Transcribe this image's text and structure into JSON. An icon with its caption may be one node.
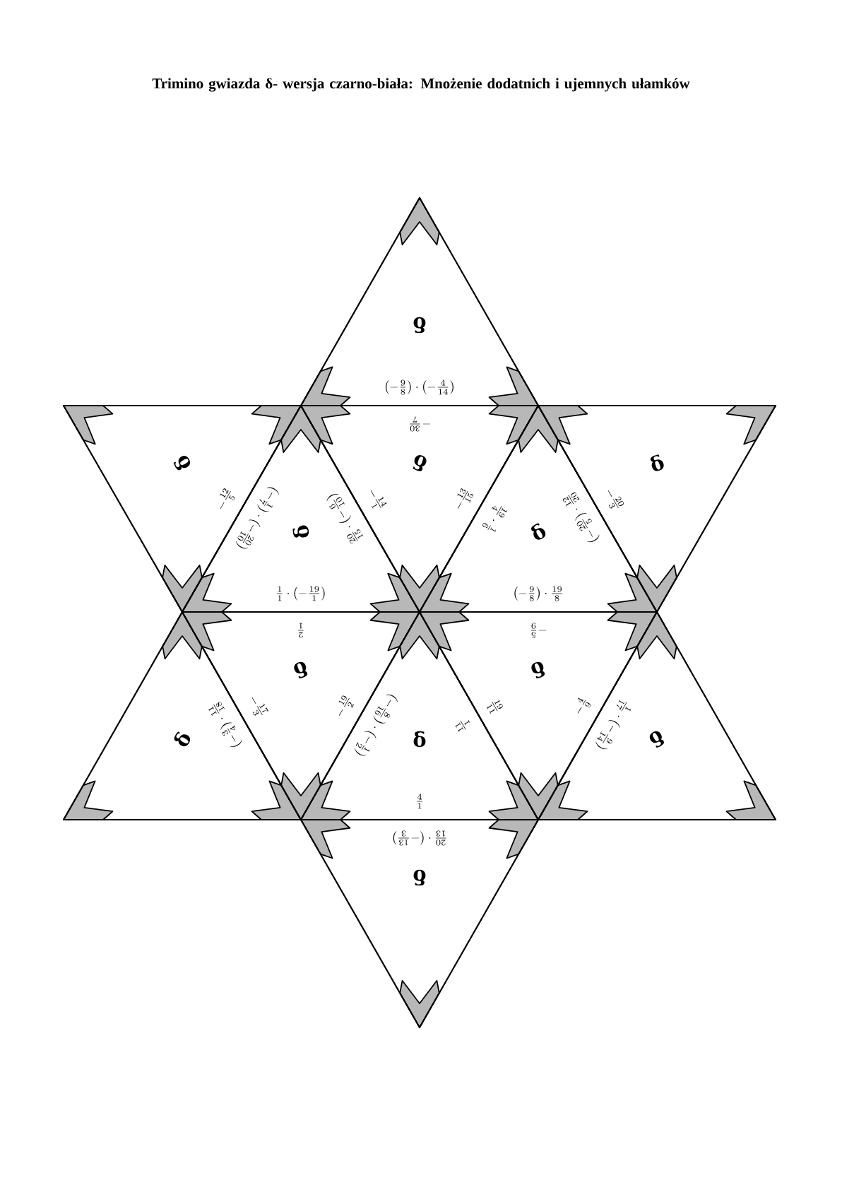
{
  "diagram": {
    "title": "Trimino gwiazda δ- wersja czarno-biała: Mnożenie dodatnich i ujemnych ułamków",
    "nodes": [
      {
        "text": [
          "δ",
          "\\left(-\\frac{9}{8}\\right)\\cdot\\left(-\\frac{4}{14}\\right)"
        ]
      },
      {
        "text": [
          "δ",
          "-\\frac{12}{5}"
        ]
      },
      {
        "text": [
          "δ",
          "\\left(-\\frac{1}{7}\\right)\\cdot\\left(-\\frac{20}{10}\\right)",
          "\\frac{20}{15}\\cdot\\left(-\\frac{6}{10}\\right)",
          "\\frac{1}{1}\\cdot\\left(-\\frac{19}{1}\\right)"
        ]
      },
      {
        "text": [
          "δ",
          "-\\frac{30}{7}",
          "-\\frac{14}{1}",
          "-\\frac{13}{15}"
        ]
      },
      {
        "text": [
          "δ",
          "\\frac{19}{4}\\cdot\\frac{1}{6}",
          "\\left(-\\frac{20}{5}\\right)\\cdot\\frac{12}{20}",
          "\\left(-\\frac{9}{8}\\right)\\cdot\\frac{19}{8}"
        ]
      },
      {
        "text": [
          "δ",
          "-\\frac{20}{3}"
        ]
      },
      {
        "text": [
          "δ",
          "\\left(-\\frac{3}{4}\\right)\\cdot\\frac{11}{18}"
        ]
      },
      {
        "text": [
          "δ",
          "\\frac{2}{1}",
          "-\\frac{17}{3}",
          "-\\frac{19}{2}"
        ]
      },
      {
        "text": [
          "δ",
          "\\left(-\\frac{8}{16}\\right)\\cdot\\left(-\\frac{1}{2}\\right)",
          "\\frac{11}{1}",
          "\\frac{4}{1}"
        ]
      },
      {
        "text": [
          "δ",
          "-\\frac{5}{9}",
          "\\frac{19}{11}",
          "-\\frac{4}{9}"
        ]
      },
      {
        "text": [
          "δ",
          "\\frac{1}{17}\\cdot\\left(-\\frac{9}{14}\\right)"
        ]
      },
      {
        "text": [
          "δ",
          "\\frac{20}{13}\\cdot\\left(-\\frac{13}{3}\\right)"
        ]
      }
    ]
  }
}
